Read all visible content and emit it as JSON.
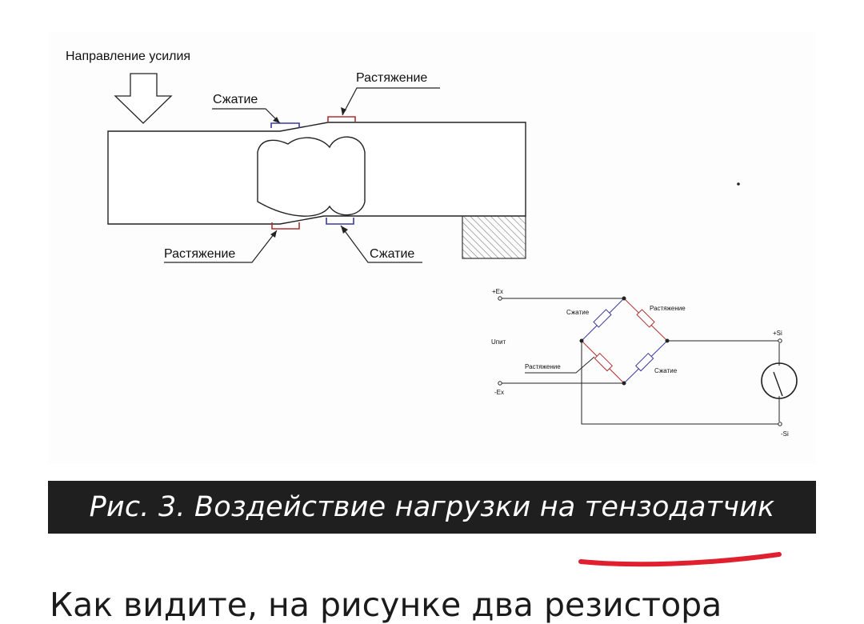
{
  "figure": {
    "labels": {
      "force_direction": "Направление усилия",
      "compression_top": "Сжатие",
      "tension_top": "Растяжение",
      "tension_bottom": "Растяжение",
      "compression_bottom": "Сжатие"
    },
    "circuit": {
      "plus_ex": "+Ex",
      "minus_ex": "-Ex",
      "u_pit": "Uпит",
      "compression_1": "Сжатие",
      "tension_1": "Растяжение",
      "tension_2": "Растяжение",
      "compression_2": "Сжатие",
      "plus_si": "+Si",
      "minus_si": "-Si"
    },
    "colors": {
      "compression": "#3a3aa0",
      "tension": "#b03030"
    }
  },
  "caption": "Рис. 3. Воздействие нагрузки на тензодатчик",
  "body_text": "Как видите, на рисунке два резистора",
  "annotation": {
    "color": "#e0202e"
  }
}
